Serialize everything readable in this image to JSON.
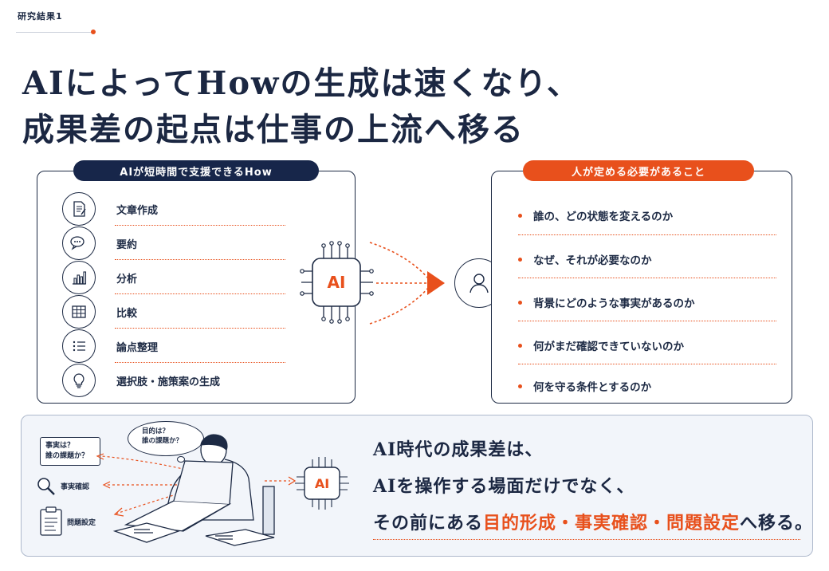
{
  "section_label": "研究結果1",
  "title": {
    "line1": "AIによってHowの生成は速くなり、",
    "line2": "成果差の起点は仕事の上流へ移る"
  },
  "left_panel": {
    "header": "AIが短時間で支援できるHow",
    "items": [
      {
        "label": "文章作成",
        "icon": "document-icon"
      },
      {
        "label": "要約",
        "icon": "chat-bubbles-icon"
      },
      {
        "label": "分析",
        "icon": "bar-chart-icon"
      },
      {
        "label": "比較",
        "icon": "table-icon"
      },
      {
        "label": "論点整理",
        "icon": "list-icon"
      },
      {
        "label": "選択肢・施策案の生成",
        "icon": "lightbulb-icon"
      }
    ]
  },
  "ai_chip": {
    "label": "AI"
  },
  "right_panel": {
    "header": "人が定める必要があること",
    "items": [
      "誰の、どの状態を変えるのか",
      "なぜ、それが必要なのか",
      "背景にどのような事実があるのか",
      "何がまだ確認できていないのか",
      "何を守る条件とするのか"
    ]
  },
  "illustration": {
    "thought_bubble": "目的は？\n誰の課題か？",
    "card1": "事実は？\n誰の課題か？",
    "fact_check_label": "事実確認",
    "problem_setting_label": "問題設定",
    "ai_chip": "AI"
  },
  "bottom": {
    "line1": "AI時代の成果差は、",
    "line2": "AIを操作する場面だけでなく、",
    "line3_prefix": "その前にある",
    "line3_highlight": "目的形成・事実確認・問題設定",
    "line3_suffix": "へ移る。"
  },
  "colors": {
    "navy": "#17264a",
    "orange": "#e8501c"
  }
}
